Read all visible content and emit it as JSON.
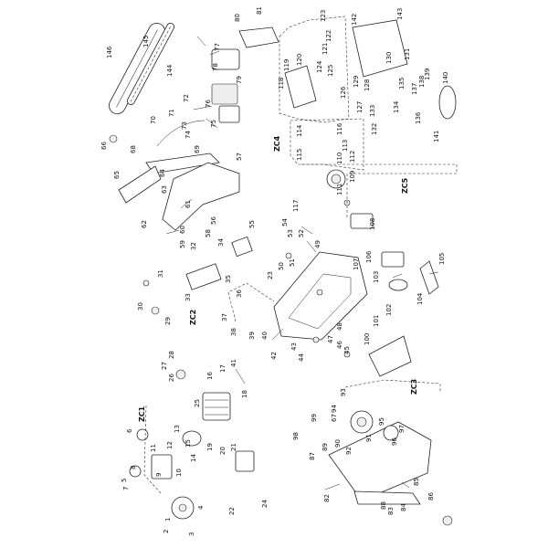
{
  "groups": [
    "ZC1",
    "ZC2",
    "ZC3",
    "ZC4",
    "ZC5"
  ],
  "labels": [
    "1",
    "2",
    "3",
    "4",
    "5",
    "6",
    "7",
    "8",
    "9",
    "10",
    "11",
    "12",
    "13",
    "14",
    "15",
    "16",
    "17",
    "18",
    "19",
    "20",
    "21",
    "22",
    "23",
    "24",
    "25",
    "26",
    "27",
    "28",
    "29",
    "30",
    "31",
    "32",
    "33",
    "34",
    "35",
    "36",
    "37",
    "38",
    "39",
    "40",
    "41",
    "42",
    "43",
    "44",
    "45",
    "46",
    "47",
    "48",
    "49",
    "50",
    "51",
    "52",
    "53",
    "54",
    "55",
    "56",
    "57",
    "58",
    "59",
    "60",
    "61",
    "62",
    "63",
    "64",
    "65",
    "66",
    "67",
    "68",
    "69",
    "70",
    "71",
    "72",
    "73",
    "74",
    "75",
    "76",
    "77",
    "78",
    "79",
    "80",
    "81",
    "82",
    "83",
    "84",
    "85",
    "86",
    "87",
    "88",
    "89",
    "90",
    "91",
    "92",
    "93",
    "94",
    "95",
    "96",
    "97",
    "98",
    "99",
    "100",
    "101",
    "102",
    "103",
    "104",
    "105",
    "106",
    "107",
    "108",
    "109",
    "110",
    "111",
    "112",
    "113",
    "114",
    "115",
    "116",
    "117",
    "118",
    "119",
    "120",
    "121",
    "122",
    "123",
    "124",
    "125",
    "126",
    "127",
    "128",
    "129",
    "130",
    "131",
    "132",
    "133",
    "134",
    "135",
    "136",
    "137",
    "138",
    "139",
    "140",
    "141",
    "142",
    "143",
    "144",
    "145",
    "146"
  ]
}
